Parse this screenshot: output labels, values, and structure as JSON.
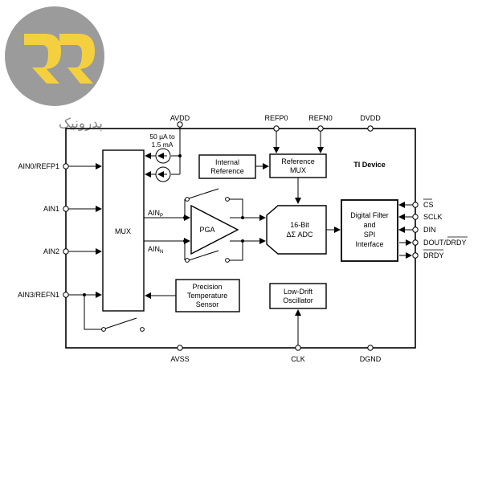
{
  "logo": {
    "text": "پدرونیک",
    "circle_color": "#9b9b9b",
    "mark_color": "#f4d03f"
  },
  "device": {
    "name": "TI Device"
  },
  "pins": {
    "top": [
      "AVDD",
      "REFP0",
      "REFN0",
      "DVDD"
    ],
    "left": [
      "AIN0/REFP1",
      "AIN1",
      "AIN2",
      "AIN3/REFN1"
    ],
    "bottom": [
      "AVSS",
      "CLK",
      "DGND"
    ],
    "right": [
      "CS",
      "SCLK",
      "DIN",
      "DOUT/DRDY",
      "DRDY"
    ]
  },
  "current_source": {
    "line1": "50 µA to",
    "line2": "1.5 mA"
  },
  "blocks": {
    "mux": "MUX",
    "pga": "PGA",
    "internal_ref": [
      "Internal",
      "Reference"
    ],
    "reference_mux": [
      "Reference",
      "MUX"
    ],
    "adc": [
      "16-Bit",
      "ΔΣ ADC"
    ],
    "digital": [
      "Digital Filter",
      "and",
      "SPI",
      "Interface"
    ],
    "temp_sensor": [
      "Precision",
      "Temperature",
      "Sensor"
    ],
    "oscillator": [
      "Low-Drift",
      "Oscillator"
    ]
  },
  "signals": {
    "ainp": "AIN",
    "ainp_sub": "P",
    "ainn": "AIN",
    "ainn_sub": "N"
  }
}
